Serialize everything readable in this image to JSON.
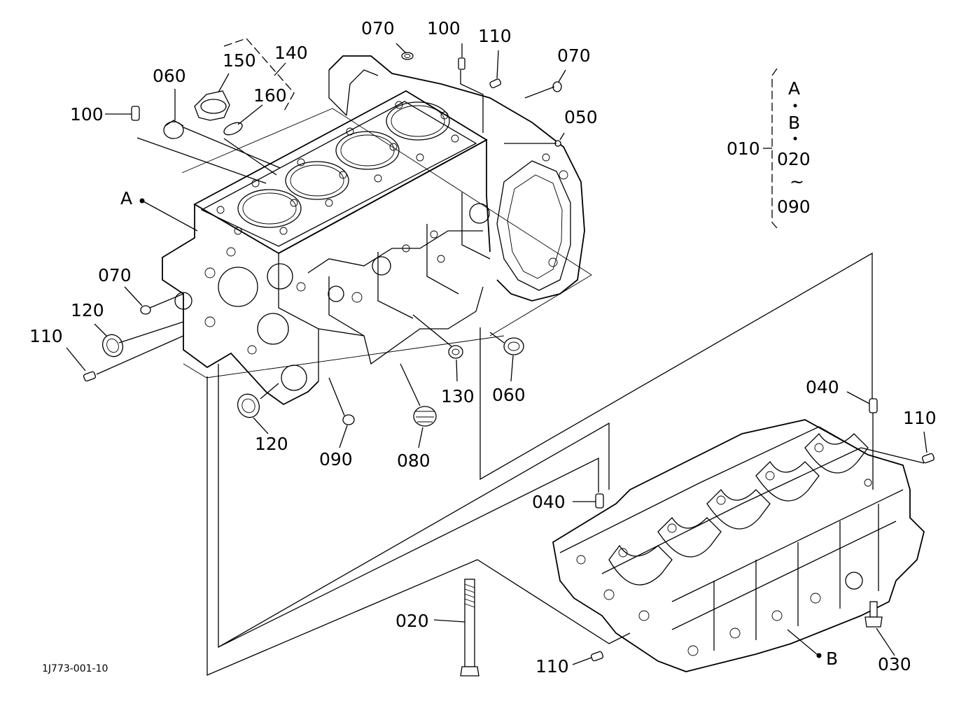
{
  "callouts": {
    "c070_top": "070",
    "c100_top": "100",
    "c110_top": "110",
    "c070_right": "070",
    "c140": "140",
    "c150": "150",
    "c060_top": "060",
    "c160": "160",
    "c100_left": "100",
    "c050": "050",
    "c010": "010",
    "bracket_a": "A",
    "bracket_b": "B",
    "bracket_020": "020",
    "bracket_tilde": "~",
    "bracket_090": "090",
    "ref_a": "A",
    "c070_left": "070",
    "c120_left": "120",
    "c110_left": "110",
    "c130": "130",
    "c060_right": "060",
    "c120_bottom": "120",
    "c090": "090",
    "c080": "080",
    "c040_right": "040",
    "c110_right": "110",
    "c040_mid": "040",
    "c020": "020",
    "c110_bottom": "110",
    "ref_b": "B",
    "c030": "030"
  },
  "footer": {
    "drawing_id": "1J773-001-10"
  }
}
